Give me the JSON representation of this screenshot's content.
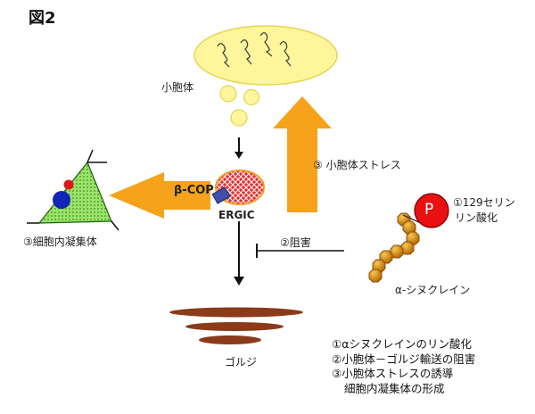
{
  "figure_label": "図2",
  "labels": {
    "vesicles": "小胞体",
    "stress": "③ 小胞体ストレス",
    "beta_cop": "β-COP",
    "ergic": "ERGIC",
    "inhibition": "②阻害",
    "phospho_line1": "①129セリン",
    "phospho_line2": "リン酸化",
    "p_marker": "P",
    "alpha_syn": "α-シヌクレイン",
    "golgi": "ゴルジ",
    "aggregate": "③細胞内凝集体"
  },
  "legend": [
    "①αシヌクレインのリン酸化",
    "②小胞体－ゴルジ輸送の阻害",
    "③小胞体ストレスの誘導",
    "細胞内凝集体の形成"
  ],
  "colors": {
    "er_fill": "#FFF59A",
    "orange_arrow": "#F7A21B",
    "ergic_fill": "#E83030",
    "golgi_brown": "#8B3A1A",
    "bead": "#E8940F",
    "p_circle": "#E81010",
    "cell_green": "#7CD34A"
  }
}
